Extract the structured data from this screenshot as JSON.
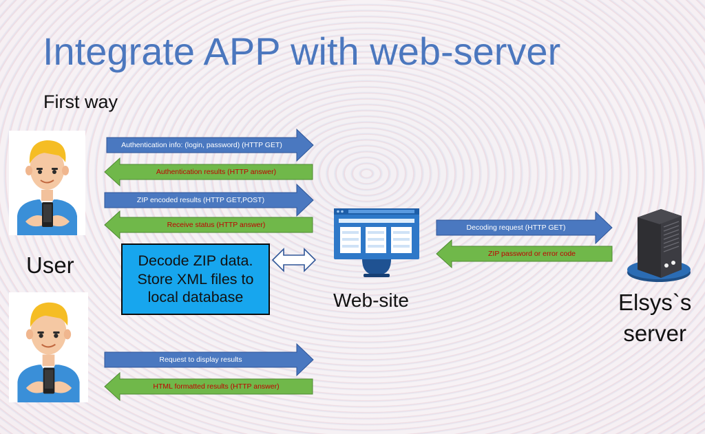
{
  "title": "Integrate APP with web-server",
  "subtitle": "First way",
  "labels": {
    "user": "User",
    "website": "Web-site",
    "server_line1": "Elsys`s",
    "server_line2": "server"
  },
  "decode_box": {
    "line1": "Decode ZIP data.",
    "line2": "Store XML files to",
    "line3": "local database"
  },
  "arrows": {
    "auth_info": "Authentication info: (login, password) (HTTP GET)",
    "auth_results": "Authentication results (HTTP answer)",
    "zip_results": "ZIP encoded results (HTTP GET,POST)",
    "receive_status": "Receive status (HTTP answer)",
    "decoding_request": "Decoding request (HTTP GET)",
    "zip_password": "ZIP password or error code",
    "display_request": "Request to display results",
    "html_results": "HTML formatted results (HTTP answer)"
  },
  "colors": {
    "title": "#4b77be",
    "arrow_blue": "#4a78c0",
    "arrow_green": "#70b84a",
    "decode_box": "#17a6ee",
    "green_text": "#c00000"
  }
}
